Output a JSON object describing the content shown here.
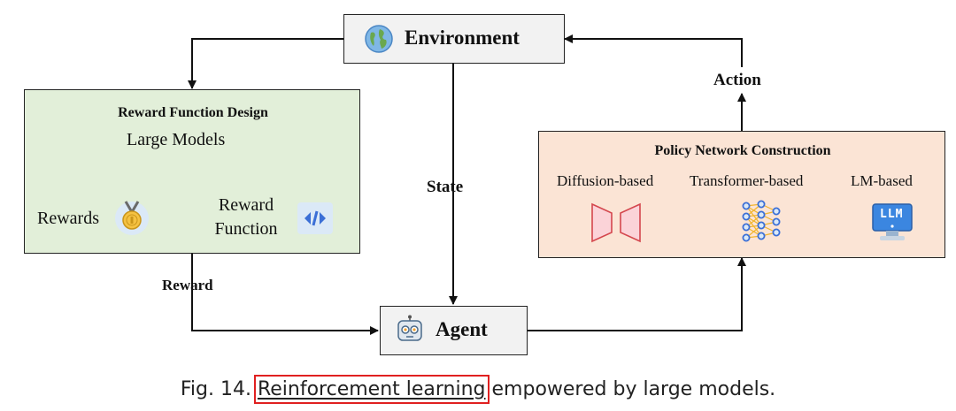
{
  "environment": {
    "label": "Environment",
    "icon": "globe-icon"
  },
  "agent": {
    "label": "Agent",
    "icon": "robot-icon"
  },
  "edges": {
    "state": "State",
    "action": "Action",
    "reward": "Reward"
  },
  "reward_design": {
    "title": "Reward Function Design",
    "large_models": "Large Models",
    "rewards": "Rewards",
    "reward_function_line1": "Reward",
    "reward_function_line2": "Function",
    "rewards_icon": "medal-icon",
    "function_icon": "code-icon"
  },
  "policy": {
    "title": "Policy Network Construction",
    "diffusion": "Diffusion-based",
    "transformer": "Transformer-based",
    "lm": "LM-based",
    "llm_badge": "LLM",
    "diffusion_icon": "hourglass-funnel-icon",
    "transformer_icon": "neural-network-icon",
    "lm_icon": "monitor-icon"
  },
  "caption": {
    "prefix": "Fig. 14.",
    "highlight": "Reinforcement learning",
    "suffix": "empowered by large models."
  },
  "colors": {
    "reward_bg": "#e2efd9",
    "policy_bg": "#fbe4d5",
    "node_bg": "#f2f2f2",
    "highlight_border": "#e02020"
  }
}
